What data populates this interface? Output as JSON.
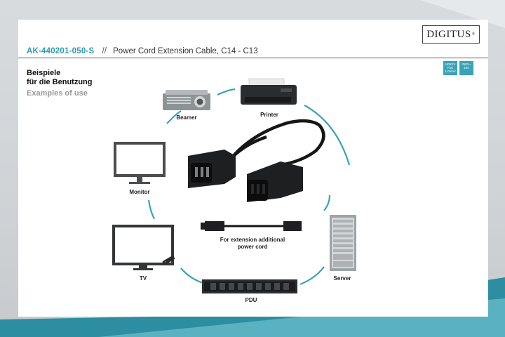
{
  "brand": {
    "logo_text": "DIGITUS",
    "logo_mark": "®"
  },
  "header": {
    "product_code": "AK-440201-050-S",
    "separator": "//",
    "product_title": "Power Cord Extension Cable, C14 - C13"
  },
  "badges": [
    {
      "text": "H05VV F3G 1.0mm²"
    },
    {
      "text": "250V~ 10A"
    }
  ],
  "section": {
    "title_de_line1": "Beispiele",
    "title_de_line2": "für die Benutzung",
    "title_en": "Examples of use"
  },
  "devices": {
    "beamer": "Beamer",
    "printer": "Printer",
    "monitor": "Monitor",
    "tv": "TV",
    "server": "Server",
    "pdu": "PDU"
  },
  "extension": {
    "line1": "For extension additional",
    "line2": "power cord"
  },
  "colors": {
    "accent": "#2b9ab0",
    "ring": "#3aa3b7",
    "cable": "#161616"
  }
}
